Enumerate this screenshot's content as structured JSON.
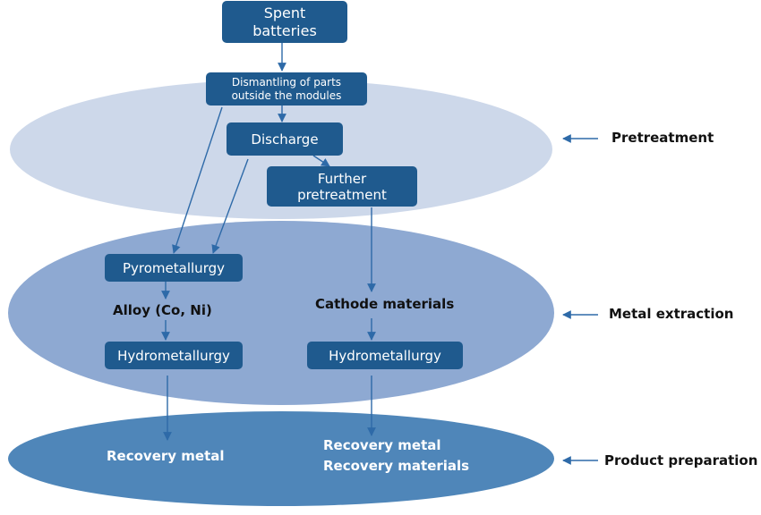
{
  "boxes": {
    "spent_batteries": "Spent batteries",
    "dismantling": "Dismantling of parts outside the modules",
    "discharge": "Discharge",
    "further_pretreatment": "Further pretreatment",
    "pyrometallurgy": "Pyrometallurgy",
    "hydrometallurgy_left": "Hydrometallurgy",
    "hydrometallurgy_right": "Hydrometallurgy"
  },
  "labels": {
    "alloy": "Alloy (Co, Ni)",
    "cathode_materials": "Cathode materials",
    "recovery_metal_left": "Recovery metal",
    "recovery_metal_right": "Recovery metal",
    "recovery_materials_right": "Recovery materials"
  },
  "stages": {
    "pretreatment": "Pretreatment",
    "metal_extraction": "Metal extraction",
    "product_preparation": "Product preparation"
  },
  "colors": {
    "ellipse_top": "#cdd8ea",
    "ellipse_middle": "#8ea9d2",
    "ellipse_bottom": "#4f86b9",
    "box_fill": "#1f5a8e",
    "arrow": "#2e6aa8"
  }
}
